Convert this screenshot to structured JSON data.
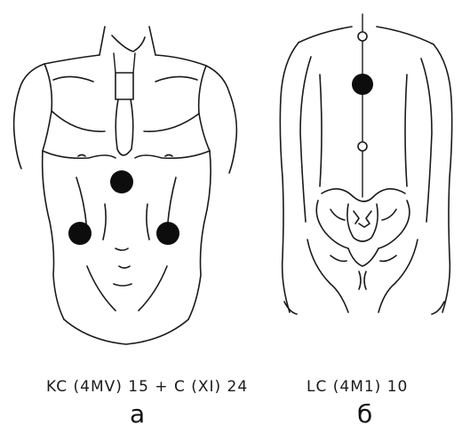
{
  "panel_a": {
    "caption": "KC (4MV) 15 + C (XI) 24",
    "letter": "а"
  },
  "panel_b": {
    "caption": "LC (4M1) 10",
    "letter": "б"
  },
  "colors": {
    "ink": "#111111",
    "background": "#ffffff",
    "point_marker": "#0d0d0d"
  }
}
